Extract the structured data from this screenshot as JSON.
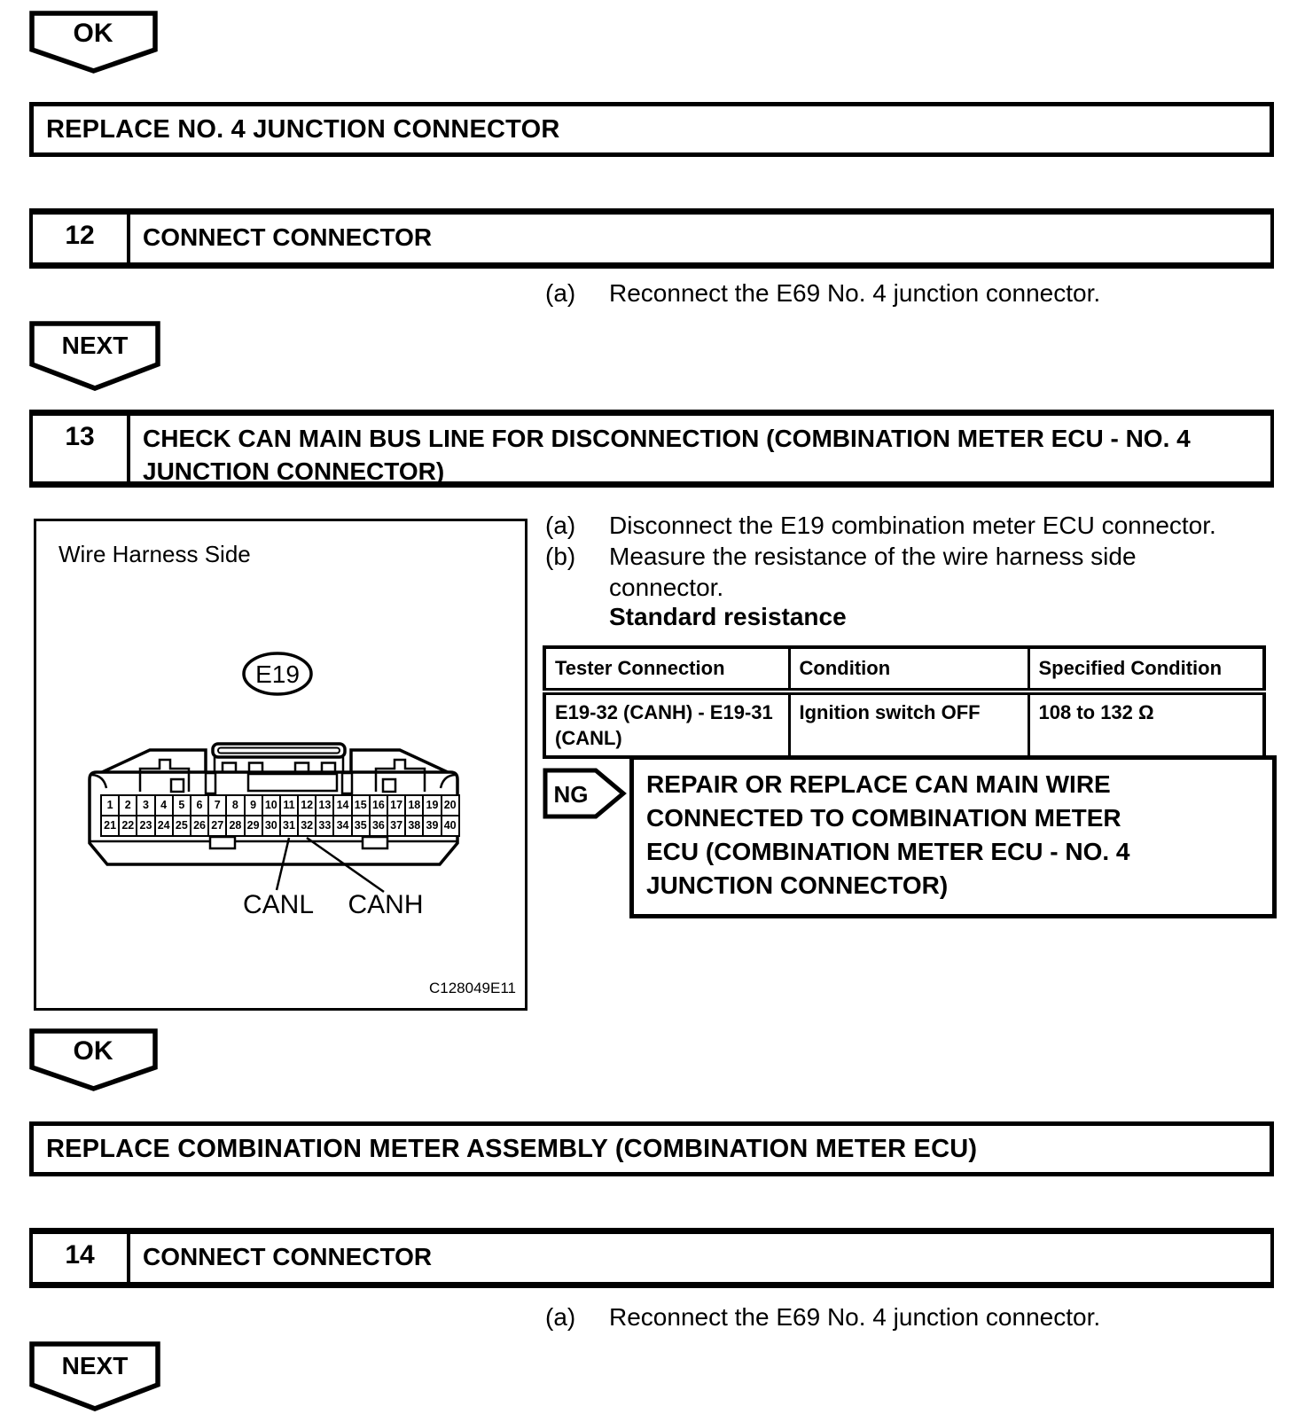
{
  "flow": {
    "ok": "OK",
    "next": "NEXT",
    "ng": "NG"
  },
  "boxes": {
    "replace_junction": "REPLACE NO. 4 JUNCTION CONNECTOR",
    "replace_meter": "REPLACE COMBINATION METER ASSEMBLY (COMBINATION METER ECU)",
    "ng_action_lines": [
      "REPAIR OR REPLACE CAN MAIN WIRE",
      "CONNECTED TO COMBINATION METER",
      "ECU (COMBINATION METER ECU - NO. 4",
      "JUNCTION CONNECTOR)"
    ]
  },
  "steps": {
    "s12": {
      "number": "12",
      "title": "CONNECT CONNECTOR",
      "a_label": "(a)",
      "a_text": "Reconnect the E69 No. 4 junction connector."
    },
    "s13": {
      "number": "13",
      "title_lines": [
        "CHECK CAN MAIN BUS LINE FOR DISCONNECTION (COMBINATION METER ECU - NO. 4",
        "JUNCTION CONNECTOR)"
      ],
      "a_label": "(a)",
      "a_text": "Disconnect the E19 combination meter ECU connector.",
      "b_label": "(b)",
      "b_lines": [
        "Measure the resistance of the wire harness side",
        "connector."
      ],
      "standard_label": "Standard resistance"
    },
    "s14": {
      "number": "14",
      "title": "CONNECT CONNECTOR",
      "a_label": "(a)",
      "a_text": "Reconnect the E69 No. 4 junction connector."
    }
  },
  "table": {
    "headers": [
      "Tester Connection",
      "Condition",
      "Specified Condition"
    ],
    "row": {
      "tester_lines": [
        "E19-32 (CANH) - E19-31",
        "(CANL)"
      ],
      "condition": "Ignition switch OFF",
      "specified": "108 to 132 Ω"
    }
  },
  "figure": {
    "caption": "Wire Harness Side",
    "connector_id": "E19",
    "code": "C128049E11",
    "canl": "CANL",
    "canh": "CANH",
    "pin_rows": [
      [
        "1",
        "2",
        "3",
        "4",
        "5",
        "6",
        "7",
        "8",
        "9",
        "10",
        "11",
        "12",
        "13",
        "14",
        "15",
        "16",
        "17",
        "18",
        "19",
        "20"
      ],
      [
        "21",
        "22",
        "23",
        "24",
        "25",
        "26",
        "27",
        "28",
        "29",
        "30",
        "31",
        "32",
        "33",
        "34",
        "35",
        "36",
        "37",
        "38",
        "39",
        "40"
      ]
    ]
  }
}
